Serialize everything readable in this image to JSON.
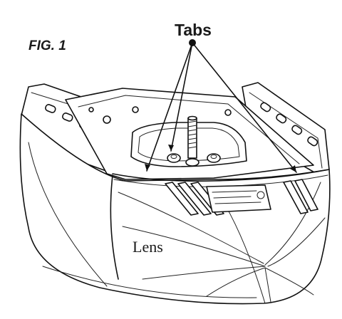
{
  "figure": {
    "label": "FIG. 1"
  },
  "callouts": {
    "tabs": "Tabs",
    "lens": "Lens"
  },
  "label_sheet": {
    "line1": "▬▬▬▬ ▬▬▬",
    "line2": "▬▬▬ ▬▬▬▬▬"
  }
}
